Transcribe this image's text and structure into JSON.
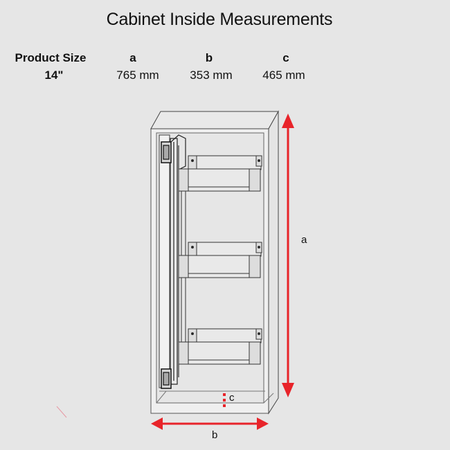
{
  "title": "Cabinet Inside Measurements",
  "table": {
    "headers": [
      "Product Size",
      "a",
      "b",
      "c"
    ],
    "rows": [
      [
        "14\"",
        "765 mm",
        "353 mm",
        "465 mm"
      ]
    ]
  },
  "diagram": {
    "labels": {
      "a": "a",
      "b": "b",
      "c": "c"
    },
    "arrow_color": "#e8242a",
    "line_color": "#333333"
  }
}
